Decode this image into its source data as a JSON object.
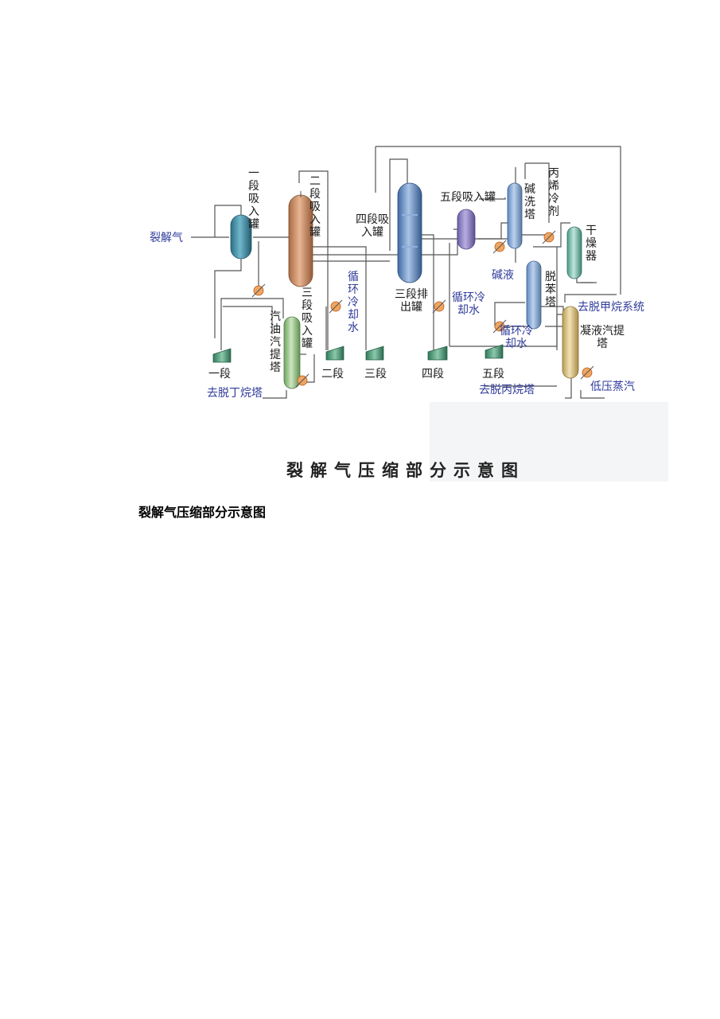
{
  "figure": {
    "title": "裂解气压缩部分示意图",
    "labels": {
      "feed": "裂解气",
      "drum1": "一段吸入罐",
      "drum2": "二段吸入罐",
      "drum3": "三段吸入罐",
      "drum4": "四段吸入罐",
      "drum3_out": "三段排出罐",
      "drum5": "五段吸入罐",
      "caustic_tower": "碱洗塔",
      "propylene_refrigerant": "丙烯冷剂",
      "dryer": "干燥器",
      "caustic_liquid": "碱液",
      "debenzene_tower": "脱苯塔",
      "to_demethanizer": "去脱甲烷系统",
      "condensate_stripper": "凝液汽提塔",
      "gasoline_stripper": "汽油汽提塔",
      "cooling_water_1": "循环冷却水",
      "cooling_water_2": "循环冷却水",
      "cooling_water_3": "循环冷却水",
      "stage1": "一段",
      "stage2": "二段",
      "stage3": "三段",
      "stage4": "四段",
      "stage5": "五段",
      "to_debutanizer": "去脱丁烷塔",
      "to_depropanizer": "去脱丙烷塔",
      "low_pressure_steam": "低压蒸汽"
    },
    "colors": {
      "line": "#555555",
      "blue_text": "#2e3a9a",
      "drum1": "#3f8fa8",
      "tower_copper": "#c98a62",
      "drum_blue": "#5b86c0",
      "drum_purple": "#8d7fc4",
      "tower_green": "#9cc48c",
      "tower_yellow": "#d9c486",
      "dryer": "#7cc4b0",
      "compressor": "#4e9a78",
      "exchanger": "#e28a3a"
    }
  },
  "caption": "裂解气压缩部分示意图"
}
